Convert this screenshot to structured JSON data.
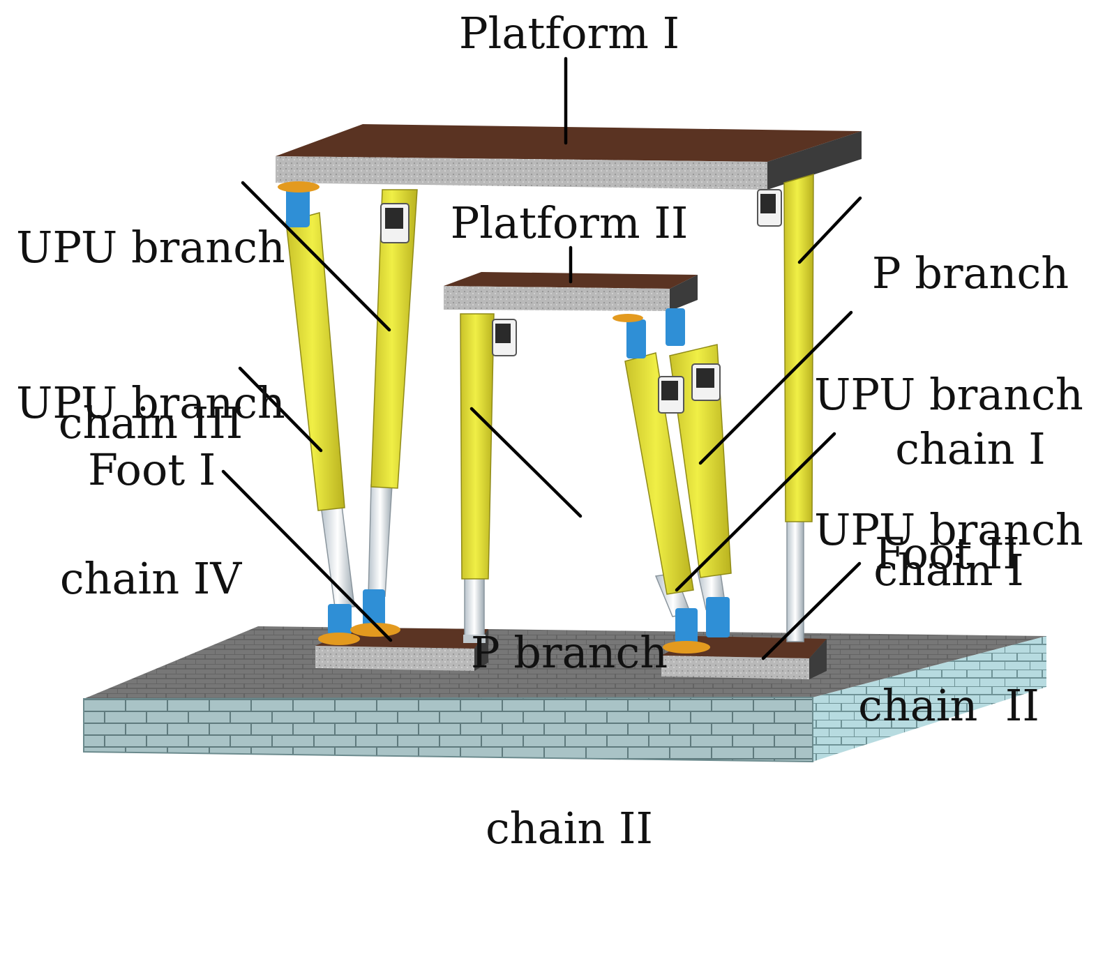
{
  "labels": {
    "platform_1": "Platform I",
    "platform_2": "Platform II",
    "upu_chain_3": {
      "line1": "UPU branch",
      "line2": "chain III"
    },
    "upu_chain_4": {
      "line1": "UPU branch",
      "line2": "chain IV"
    },
    "p_chain_1": {
      "line1": "P branch",
      "line2": "chain I"
    },
    "upu_chain_1": {
      "line1": "UPU branch",
      "line2": "chain I"
    },
    "upu_chain_2": {
      "line1": "UPU branch",
      "line2": "chain  II"
    },
    "foot_1": "Foot I",
    "foot_2": "Foot II",
    "p_chain_2": {
      "line1": "P branch",
      "line2": "chain II"
    }
  },
  "colors": {
    "platform_top": "#5a3322",
    "platform_edge": "#b4b4b4",
    "ground_top": "#7a7a7a",
    "brick": "#a7c4c7",
    "actuator_yellow": "#e4e23a",
    "rod_white": "#e8eef2",
    "joint_blue": "#2f8fd6",
    "joint_orange": "#e39a1f",
    "leader_line": "#000000"
  }
}
